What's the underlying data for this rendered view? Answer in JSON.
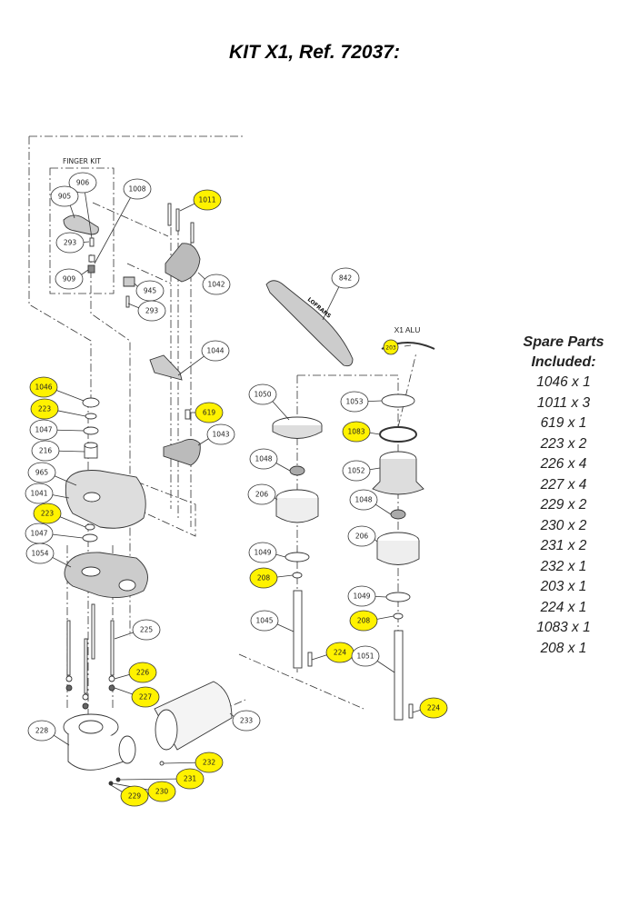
{
  "title": "KIT X1, Ref. 72037:",
  "diagram": {
    "finger_kit_label": "FINGER KIT",
    "x1_alu_label": "X1 ALU",
    "brand_on_handle": "LOFRANS",
    "highlight_color": "#FFF200",
    "callouts": [
      {
        "label": "906",
        "highlighted": false
      },
      {
        "label": "905",
        "highlighted": false
      },
      {
        "label": "1008",
        "highlighted": false
      },
      {
        "label": "1011",
        "highlighted": true
      },
      {
        "label": "293",
        "highlighted": false
      },
      {
        "label": "909",
        "highlighted": false
      },
      {
        "label": "945",
        "highlighted": false
      },
      {
        "label": "293",
        "highlighted": false
      },
      {
        "label": "1042",
        "highlighted": false
      },
      {
        "label": "1044",
        "highlighted": false
      },
      {
        "label": "1046",
        "highlighted": true
      },
      {
        "label": "223",
        "highlighted": true
      },
      {
        "label": "1047",
        "highlighted": false
      },
      {
        "label": "216",
        "highlighted": false
      },
      {
        "label": "619",
        "highlighted": true
      },
      {
        "label": "1043",
        "highlighted": false
      },
      {
        "label": "965",
        "highlighted": false
      },
      {
        "label": "1041",
        "highlighted": false
      },
      {
        "label": "223",
        "highlighted": true
      },
      {
        "label": "1047",
        "highlighted": false
      },
      {
        "label": "1054",
        "highlighted": false
      },
      {
        "label": "225",
        "highlighted": false
      },
      {
        "label": "226",
        "highlighted": true
      },
      {
        "label": "227",
        "highlighted": true
      },
      {
        "label": "233",
        "highlighted": false
      },
      {
        "label": "228",
        "highlighted": false
      },
      {
        "label": "232",
        "highlighted": true
      },
      {
        "label": "231",
        "highlighted": true
      },
      {
        "label": "230",
        "highlighted": true
      },
      {
        "label": "229",
        "highlighted": true
      },
      {
        "label": "842",
        "highlighted": false
      },
      {
        "label": "203",
        "highlighted": true
      },
      {
        "label": "1050",
        "highlighted": false
      },
      {
        "label": "1053",
        "highlighted": false
      },
      {
        "label": "1083",
        "highlighted": true
      },
      {
        "label": "1048",
        "highlighted": false
      },
      {
        "label": "1052",
        "highlighted": false
      },
      {
        "label": "206",
        "highlighted": false
      },
      {
        "label": "1048",
        "highlighted": false
      },
      {
        "label": "206",
        "highlighted": false
      },
      {
        "label": "1049",
        "highlighted": false
      },
      {
        "label": "208",
        "highlighted": true
      },
      {
        "label": "1049",
        "highlighted": false
      },
      {
        "label": "208",
        "highlighted": true
      },
      {
        "label": "1045",
        "highlighted": false
      },
      {
        "label": "224",
        "highlighted": true
      },
      {
        "label": "1051",
        "highlighted": false
      },
      {
        "label": "224",
        "highlighted": true
      }
    ]
  },
  "spare_parts": {
    "heading_line1": "Spare Parts",
    "heading_line2": "Included:",
    "items": [
      "1046 x 1",
      "1011 x 3",
      "619 x 1",
      "223 x 2",
      "226 x 4",
      "227 x 4",
      "229 x 2",
      "230 x 2",
      "231 x 2",
      "232 x 1",
      "203 x 1",
      "224 x 1",
      "1083 x 1",
      "208 x 1"
    ]
  }
}
